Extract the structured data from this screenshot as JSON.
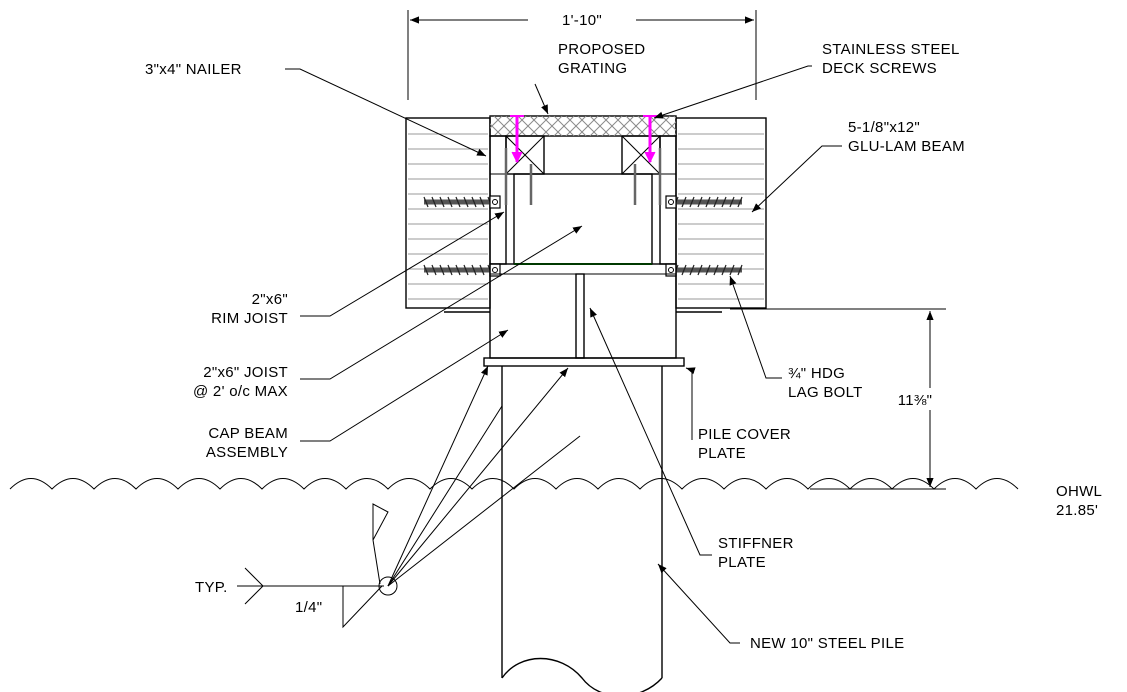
{
  "dimensions": {
    "width_top": "1'-10\"",
    "height_right": "11⅜\""
  },
  "labels": {
    "nailer": "3\"x4\" NAILER",
    "grating_1": "PROPOSED",
    "grating_2": "GRATING",
    "screws_1": "STAINLESS STEEL",
    "screws_2": "DECK SCREWS",
    "glulam_1": "5-1/8\"x12\"",
    "glulam_2": "GLU-LAM BEAM",
    "rim_joist_1": "2\"x6\"",
    "rim_joist_2": "RIM JOIST",
    "joist_1": "2\"x6\" JOIST",
    "joist_2": "@ 2' o/c MAX",
    "cap_beam_1": "CAP BEAM",
    "cap_beam_2": "ASSEMBLY",
    "lag_bolt_1": "¾\" HDG",
    "lag_bolt_2": "LAG BOLT",
    "pile_cover_1": "PILE COVER",
    "pile_cover_2": "PLATE",
    "stiffener_1": "STIFFNER",
    "stiffener_2": "PLATE",
    "ohwl_1": "OHWL",
    "ohwl_2": "21.85'",
    "weld_typ": "TYP.",
    "weld_size": "1/4\"",
    "pile": "NEW 10\" STEEL PILE"
  },
  "colors": {
    "screw": "#ff00ff",
    "joist_line": "#00c000",
    "ink": "#000000"
  }
}
